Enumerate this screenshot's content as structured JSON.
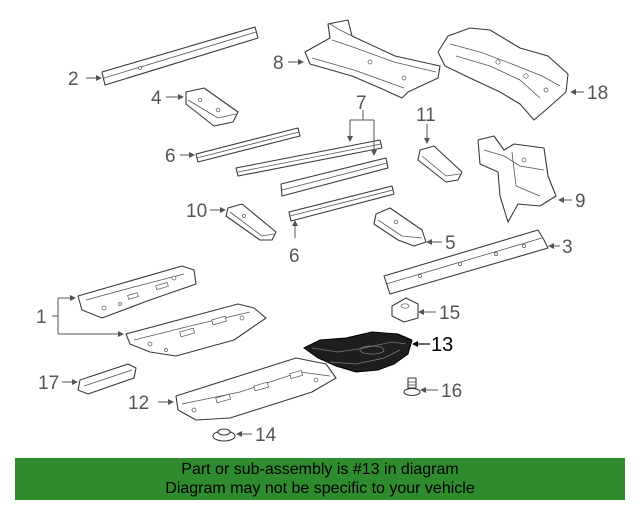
{
  "callouts": {
    "c1": "1",
    "c2": "2",
    "c3": "3",
    "c4": "4",
    "c5": "5",
    "c6a": "6",
    "c6b": "6",
    "c7": "7",
    "c8": "8",
    "c9": "9",
    "c10": "10",
    "c11": "11",
    "c12": "12",
    "c13": "13",
    "c14": "14",
    "c15": "15",
    "c16": "16",
    "c17": "17",
    "c18": "18"
  },
  "highlighted_part": "13",
  "colors": {
    "banner": "#2e8b2e",
    "highlight": "#1e1e1e",
    "line": "#555555"
  },
  "banner": {
    "line1": "Part or sub-assembly is #13 in diagram",
    "line2": "Diagram may not be specific to your vehicle"
  }
}
